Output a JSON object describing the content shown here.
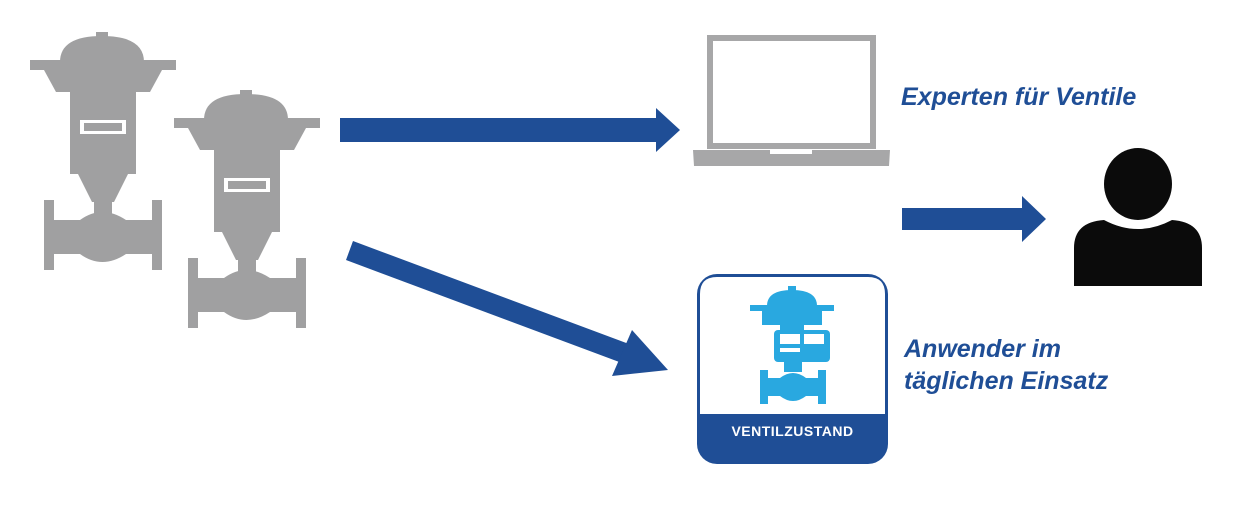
{
  "colors": {
    "arrow": "#1f4e96",
    "valve_gray": "#a0a0a1",
    "laptop_gray": "#a7a7a8",
    "app_frame": "#1f4e96",
    "app_icon": "#29a8e0",
    "person": "#0b0b0b",
    "label_text": "#1f4e96"
  },
  "icons": {
    "valves": "control-valve-icon",
    "laptop": "laptop-icon",
    "app": "valve-app-icon",
    "person": "person-icon"
  },
  "labels": {
    "experts": "Experten für Ventile",
    "users_line1": "Anwender im",
    "users_line2": "täglichen Einsatz"
  },
  "app": {
    "caption": "VENTILZUSTAND"
  }
}
